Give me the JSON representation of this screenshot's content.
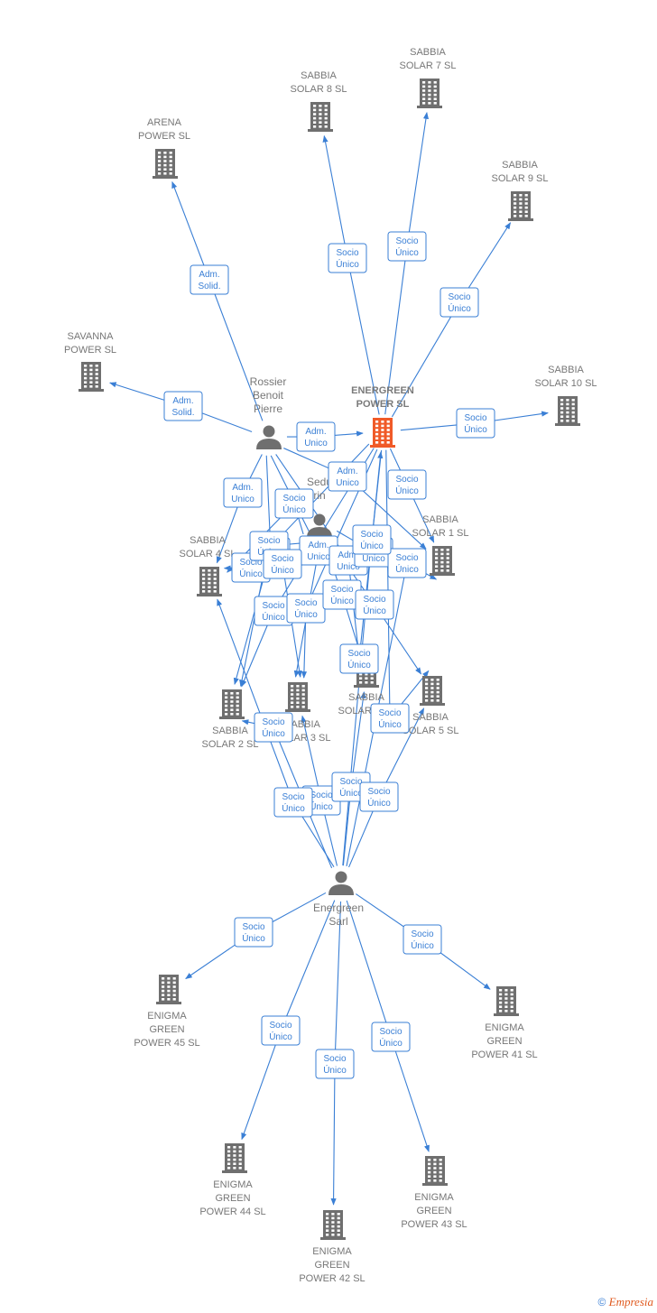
{
  "colors": {
    "edge": "#3a7fd5",
    "building": "#6f6f6f",
    "building_main": "#f05a28",
    "person": "#6f6f6f"
  },
  "nodes": [
    {
      "id": "energreen-power",
      "type": "building",
      "main": true,
      "lines": [
        "ENERGREEN",
        "POWER  SL"
      ]
    },
    {
      "id": "sabbia-solar-7",
      "type": "building",
      "lines": [
        "SABBIA",
        "SOLAR 7  SL"
      ]
    },
    {
      "id": "sabbia-solar-8",
      "type": "building",
      "lines": [
        "SABBIA",
        "SOLAR 8  SL"
      ]
    },
    {
      "id": "arena-power",
      "type": "building",
      "lines": [
        "ARENA",
        "POWER  SL"
      ]
    },
    {
      "id": "sabbia-solar-9",
      "type": "building",
      "lines": [
        "SABBIA",
        "SOLAR 9  SL"
      ]
    },
    {
      "id": "savanna-power",
      "type": "building",
      "lines": [
        "SAVANNA",
        "POWER  SL"
      ]
    },
    {
      "id": "sabbia-solar-10",
      "type": "building",
      "lines": [
        "SABBIA",
        "SOLAR 10  SL"
      ]
    },
    {
      "id": "sabbia-solar-1",
      "type": "building",
      "lines": [
        "SABBIA",
        "SOLAR 1  SL"
      ]
    },
    {
      "id": "sabbia-solar-4",
      "type": "building",
      "lines": [
        "SABBIA",
        "SOLAR 4  SL"
      ]
    },
    {
      "id": "sabbia-solar-2",
      "type": "building",
      "lines": [
        "SABBIA",
        "SOLAR 2  SL"
      ]
    },
    {
      "id": "sabbia-solar-3",
      "type": "building",
      "lines": [
        "SABBIA",
        "SOLAR 3  SL"
      ]
    },
    {
      "id": "sabbia-solar-6",
      "type": "building",
      "lines": [
        "SABBIA",
        "SOLAR 6  SL"
      ]
    },
    {
      "id": "sabbia-solar-5",
      "type": "building",
      "lines": [
        "SABBIA",
        "SOLAR 5  SL"
      ]
    },
    {
      "id": "enigma-green-45",
      "type": "building",
      "lines": [
        "ENIGMA",
        "GREEN",
        "POWER 45  SL"
      ]
    },
    {
      "id": "enigma-green-41",
      "type": "building",
      "lines": [
        "ENIGMA",
        "GREEN",
        "POWER 41  SL"
      ]
    },
    {
      "id": "enigma-green-44",
      "type": "building",
      "lines": [
        "ENIGMA",
        "GREEN",
        "POWER 44  SL"
      ]
    },
    {
      "id": "enigma-green-43",
      "type": "building",
      "lines": [
        "ENIGMA",
        "GREEN",
        "POWER 43  SL"
      ]
    },
    {
      "id": "enigma-green-42",
      "type": "building",
      "lines": [
        "ENIGMA",
        "GREEN",
        "POWER 42  SL"
      ]
    },
    {
      "id": "rossier-benoit-pierre",
      "type": "person",
      "lines": [
        "Rossier",
        "Benoit",
        "Pierre"
      ]
    },
    {
      "id": "sedu-person",
      "type": "person",
      "lines": [
        "Sedu",
        "rin"
      ]
    },
    {
      "id": "energreen-sarl",
      "type": "person",
      "lines": [
        "Energreen",
        "Sarl"
      ]
    }
  ],
  "edges": [
    {
      "from": "rossier-benoit-pierre",
      "to": "arena-power",
      "label": [
        "Adm.",
        "Solid."
      ]
    },
    {
      "from": "rossier-benoit-pierre",
      "to": "savanna-power",
      "label": [
        "Adm.",
        "Solid."
      ]
    },
    {
      "from": "rossier-benoit-pierre",
      "to": "energreen-power",
      "label": [
        "Adm.",
        "Unico"
      ]
    },
    {
      "from": "rossier-benoit-pierre",
      "to": "sabbia-solar-4",
      "label": [
        "Adm.",
        "Unico"
      ]
    },
    {
      "from": "rossier-benoit-pierre",
      "to": "sabbia-solar-1",
      "label": [
        "Adm.",
        "Unico"
      ]
    },
    {
      "from": "rossier-benoit-pierre",
      "to": "sabbia-solar-2",
      "label": [
        "Adm.",
        "Unico"
      ]
    },
    {
      "from": "rossier-benoit-pierre",
      "to": "sabbia-solar-3",
      "label": [
        "Adm.",
        "Unico"
      ]
    },
    {
      "from": "rossier-benoit-pierre",
      "to": "sabbia-solar-6",
      "label": [
        "Adm.",
        "Unico"
      ]
    },
    {
      "from": "energreen-power",
      "to": "sabbia-solar-8",
      "label": [
        "Socio",
        "Único"
      ]
    },
    {
      "from": "energreen-power",
      "to": "sabbia-solar-7",
      "label": [
        "Socio",
        "Único"
      ]
    },
    {
      "from": "energreen-power",
      "to": "sabbia-solar-9",
      "label": [
        "Socio",
        "Único"
      ]
    },
    {
      "from": "energreen-power",
      "to": "sabbia-solar-10",
      "label": [
        "Socio",
        "Único"
      ]
    },
    {
      "from": "energreen-power",
      "to": "sabbia-solar-1",
      "label": [
        "Socio",
        "Único"
      ]
    },
    {
      "from": "energreen-power",
      "to": "sabbia-solar-4",
      "label": [
        "Socio",
        "Único"
      ]
    },
    {
      "from": "energreen-power",
      "to": "sabbia-solar-2",
      "label": [
        "Socio",
        "Único"
      ]
    },
    {
      "from": "energreen-power",
      "to": "sabbia-solar-3",
      "label": [
        "Socio",
        "Único"
      ]
    },
    {
      "from": "energreen-power",
      "to": "sabbia-solar-6",
      "label": [
        "Socio",
        "Único"
      ]
    },
    {
      "from": "energreen-power",
      "to": "sabbia-solar-5",
      "label": [
        "Socio",
        "Único"
      ]
    },
    {
      "from": "sedu-person",
      "to": "sabbia-solar-4",
      "label": [
        "Socio",
        "Único"
      ]
    },
    {
      "from": "sedu-person",
      "to": "sabbia-solar-2",
      "label": [
        "Socio",
        "Único"
      ]
    },
    {
      "from": "sedu-person",
      "to": "sabbia-solar-3",
      "label": [
        "Socio",
        "Único"
      ]
    },
    {
      "from": "sedu-person",
      "to": "sabbia-solar-6",
      "label": [
        "Socio",
        "Único"
      ]
    },
    {
      "from": "sedu-person",
      "to": "sabbia-solar-5",
      "label": [
        "Socio",
        "Único"
      ]
    },
    {
      "from": "sedu-person",
      "to": "sabbia-solar-1",
      "label": [
        "Socio",
        "Único"
      ]
    },
    {
      "from": "energreen-sarl",
      "to": "sabbia-solar-2",
      "label": [
        "Socio",
        "Único"
      ]
    },
    {
      "from": "energreen-sarl",
      "to": "sabbia-solar-3",
      "label": [
        "Socio",
        "Único"
      ]
    },
    {
      "from": "energreen-sarl",
      "to": "sabbia-solar-6",
      "label": [
        "Socio",
        "Único"
      ]
    },
    {
      "from": "energreen-sarl",
      "to": "sabbia-solar-5",
      "label": [
        "Socio",
        "Único"
      ]
    },
    {
      "from": "energreen-sarl",
      "to": "sabbia-solar-4",
      "label": [
        "Socio",
        "Único"
      ]
    },
    {
      "from": "energreen-sarl",
      "to": "sabbia-solar-1",
      "label": [
        "Socio",
        "Único"
      ]
    },
    {
      "from": "energreen-sarl",
      "to": "energreen-power",
      "label": [
        "Socio",
        "Único"
      ]
    },
    {
      "from": "energreen-sarl",
      "to": "enigma-green-45",
      "label": [
        "Socio",
        "Único"
      ]
    },
    {
      "from": "energreen-sarl",
      "to": "enigma-green-41",
      "label": [
        "Socio",
        "Único"
      ]
    },
    {
      "from": "energreen-sarl",
      "to": "enigma-green-44",
      "label": [
        "Socio",
        "Único"
      ]
    },
    {
      "from": "energreen-sarl",
      "to": "enigma-green-42",
      "label": [
        "Socio",
        "Único"
      ]
    },
    {
      "from": "energreen-sarl",
      "to": "enigma-green-43",
      "label": [
        "Socio",
        "Único"
      ]
    }
  ],
  "footer": {
    "copyright": "©",
    "brand": "Empresia"
  }
}
